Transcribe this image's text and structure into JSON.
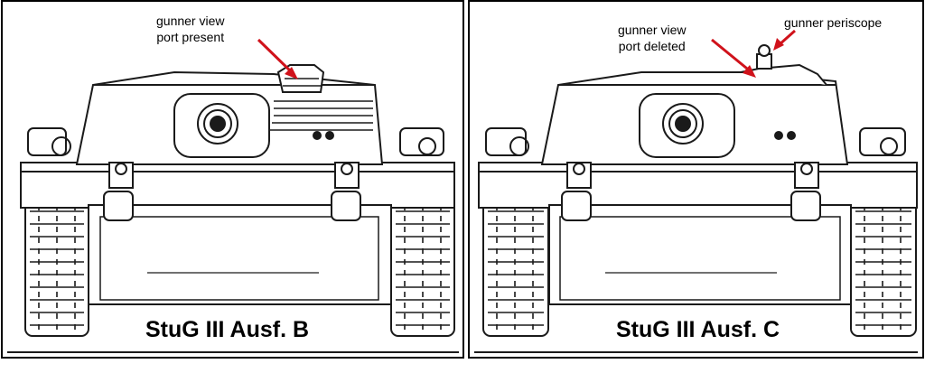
{
  "left": {
    "callout_line1": "gunner view",
    "callout_line2": "port present",
    "caption": "StuG III Ausf. B"
  },
  "right": {
    "callout1_line1": "gunner view",
    "callout1_line2": "port deleted",
    "callout2": "gunner periscope",
    "caption": "StuG III Ausf. C"
  },
  "colors": {
    "arrow": "#d0121b",
    "line": "#1a1a1a",
    "background": "#ffffff"
  }
}
